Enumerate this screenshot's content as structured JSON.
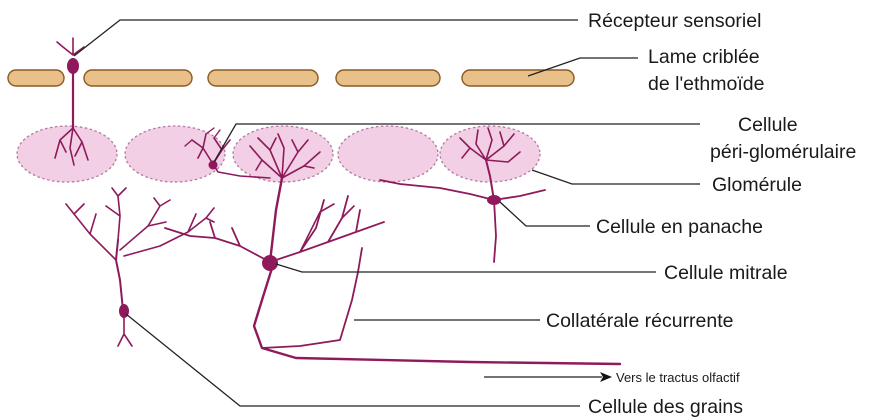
{
  "labels": {
    "recepteur": "Récepteur sensoriel",
    "lame_line1": "Lame criblée",
    "lame_line2": "de l'ethmoïde",
    "cellule_peri_line1": "Cellule",
    "cellule_peri_line2": "péri-glomérulaire",
    "glomerule": "Glomérule",
    "panache": "Cellule en panache",
    "mitrale": "Cellule mitrale",
    "collaterale": "Collatérale récurrente",
    "tractus": "Vers le tractus olfactif",
    "grains": "Cellule des grains"
  },
  "colors": {
    "neuron": "#8e1a5c",
    "glomerulus_fill": "#f2cfe4",
    "lame_fill": "#e9c08a"
  }
}
